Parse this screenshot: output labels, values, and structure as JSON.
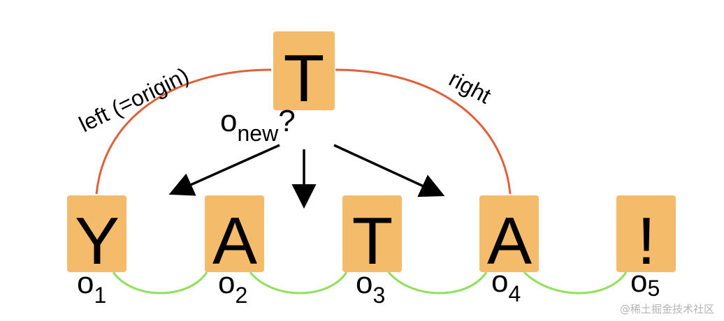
{
  "colors": {
    "tile": "#f4bb6a",
    "origin_arc": "#e0603a",
    "sequence_link": "#8fe05a",
    "arrow": "#000000",
    "watermark": "#b4b4b4"
  },
  "inserted": {
    "char": "T",
    "label_base": "o",
    "label_sub": "new",
    "label_suffix": "?"
  },
  "sequence": [
    {
      "char": "Y",
      "label_base": "o",
      "label_sub": "1"
    },
    {
      "char": "A",
      "label_base": "o",
      "label_sub": "2"
    },
    {
      "char": "T",
      "label_base": "o",
      "label_sub": "3"
    },
    {
      "char": "A",
      "label_base": "o",
      "label_sub": "4"
    },
    {
      "char": "!",
      "label_base": "o",
      "label_sub": "5"
    }
  ],
  "edges": {
    "left_label": "left (=origin)",
    "right_label": "right"
  },
  "watermark": "@稀土掘金技术社区"
}
